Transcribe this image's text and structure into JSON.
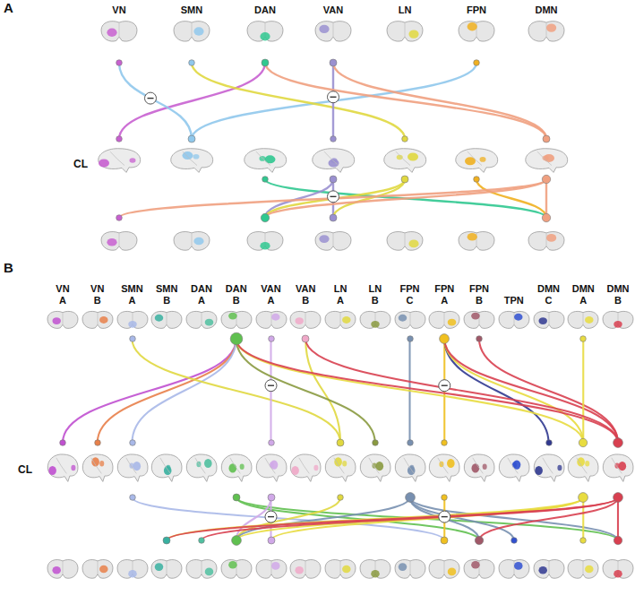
{
  "diagram": {
    "nodes": [
      {
        "text": [
          "VN"
        ]
      },
      {
        "text": [
          "SMN"
        ]
      },
      {
        "text": [
          "DAN"
        ]
      },
      {
        "text": [
          "VAN"
        ]
      },
      {
        "text": [
          "LN"
        ]
      },
      {
        "text": [
          "FPN"
        ]
      },
      {
        "text": [
          "DMN"
        ]
      },
      {
        "text": []
      },
      {
        "text": []
      },
      {
        "text": []
      },
      {
        "text": []
      },
      {
        "text": []
      },
      {
        "text": []
      },
      {
        "text": []
      },
      {
        "text": []
      },
      {
        "text": []
      },
      {
        "text": []
      },
      {
        "text": []
      },
      {
        "text": []
      },
      {
        "text": []
      },
      {
        "text": []
      },
      {
        "text": [
          "VN A"
        ]
      },
      {
        "text": [
          "VN B"
        ]
      },
      {
        "text": [
          "SMN A"
        ]
      },
      {
        "text": [
          "SMN B"
        ]
      },
      {
        "text": [
          "DAN A"
        ]
      },
      {
        "text": [
          "DAN B"
        ]
      },
      {
        "text": [
          "VAN A"
        ]
      },
      {
        "text": [
          "VAN B"
        ]
      },
      {
        "text": [
          "LN A"
        ]
      },
      {
        "text": [
          "LN B"
        ]
      },
      {
        "text": [
          "FPN C"
        ]
      },
      {
        "text": [
          "FPN A"
        ]
      },
      {
        "text": [
          "FPN B"
        ]
      },
      {
        "text": [
          "TPN"
        ]
      },
      {
        "text": [
          "DMN C"
        ]
      },
      {
        "text": [
          "DMN A"
        ]
      },
      {
        "text": [
          "DMN B"
        ]
      },
      {
        "text": []
      },
      {
        "text": []
      },
      {
        "text": []
      },
      {
        "text": []
      },
      {
        "text": []
      },
      {
        "text": []
      },
      {
        "text": []
      },
      {
        "text": []
      },
      {
        "text": []
      },
      {
        "text": []
      },
      {
        "text": []
      },
      {
        "text": []
      },
      {
        "text": []
      },
      {
        "text": []
      },
      {
        "text": []
      },
      {
        "text": []
      },
      {
        "text": []
      },
      {
        "text": []
      },
      {
        "text": []
      },
      {
        "text": []
      },
      {
        "text": []
      },
      {
        "text": []
      },
      {
        "text": []
      },
      {
        "text": []
      },
      {
        "text": []
      },
      {
        "text": []
      },
      {
        "text": []
      },
      {
        "text": []
      },
      {
        "text": []
      },
      {
        "text": []
      },
      {
        "text": []
      },
      {
        "text": []
      },
      {
        "text": []
      },
      {
        "text": []
      }
    ],
    "edges": [
      {
        "from": 2,
        "to": 7,
        "arrow": "none"
      },
      {
        "from": 0,
        "to": 8,
        "arrow": "none"
      },
      {
        "from": 5,
        "to": 8,
        "arrow": "none"
      },
      {
        "from": 1,
        "to": 11,
        "arrow": "none"
      },
      {
        "from": 3,
        "to": 10,
        "arrow": "none"
      },
      {
        "from": 2,
        "to": 13,
        "arrow": "none"
      },
      {
        "from": 3,
        "to": 13,
        "arrow": "none"
      },
      {
        "from": 9,
        "to": 20,
        "arrow": "none"
      },
      {
        "from": 10,
        "to": 17,
        "arrow": "none"
      },
      {
        "from": 10,
        "to": 16,
        "arrow": "none"
      },
      {
        "from": 11,
        "to": 16,
        "arrow": "none"
      },
      {
        "from": 11,
        "to": 17,
        "arrow": "none"
      },
      {
        "from": 12,
        "to": 20,
        "arrow": "none"
      },
      {
        "from": 13,
        "to": 14,
        "arrow": "none"
      },
      {
        "from": 13,
        "to": 16,
        "arrow": "none"
      },
      {
        "from": 13,
        "to": 20,
        "arrow": "none"
      },
      {
        "from": 26,
        "to": 38,
        "arrow": "none"
      },
      {
        "from": 26,
        "to": 39,
        "arrow": "none"
      },
      {
        "from": 26,
        "to": 40,
        "arrow": "none"
      },
      {
        "from": 23,
        "to": 46,
        "arrow": "none"
      },
      {
        "from": 27,
        "to": 44,
        "arrow": "none"
      },
      {
        "from": 28,
        "to": 46,
        "arrow": "none"
      },
      {
        "from": 26,
        "to": 47,
        "arrow": "none"
      },
      {
        "from": 31,
        "to": 48,
        "arrow": "none"
      },
      {
        "from": 32,
        "to": 49,
        "arrow": "none"
      },
      {
        "from": 32,
        "to": 52,
        "arrow": "none"
      },
      {
        "from": 32,
        "to": 53,
        "arrow": "none"
      },
      {
        "from": 26,
        "to": 53,
        "arrow": "none"
      },
      {
        "from": 26,
        "to": 54,
        "arrow": "none"
      },
      {
        "from": 32,
        "to": 54,
        "arrow": "none"
      },
      {
        "from": 33,
        "to": 54,
        "arrow": "none"
      },
      {
        "from": 36,
        "to": 53,
        "arrow": "none"
      },
      {
        "from": 28,
        "to": 54,
        "arrow": "none"
      },
      {
        "from": 40,
        "to": 66,
        "arrow": "none"
      },
      {
        "from": 43,
        "to": 71,
        "arrow": "none"
      },
      {
        "from": 43,
        "to": 67,
        "arrow": "none"
      },
      {
        "from": 44,
        "to": 61,
        "arrow": "none"
      },
      {
        "from": 44,
        "to": 60,
        "arrow": "none"
      },
      {
        "from": 46,
        "to": 60,
        "arrow": "none"
      },
      {
        "from": 48,
        "to": 60,
        "arrow": "none"
      },
      {
        "from": 48,
        "to": 67,
        "arrow": "none"
      },
      {
        "from": 48,
        "to": 68,
        "arrow": "none"
      },
      {
        "from": 48,
        "to": 71,
        "arrow": "none"
      },
      {
        "from": 49,
        "to": 66,
        "arrow": "none"
      },
      {
        "from": 53,
        "to": 60,
        "arrow": "none"
      },
      {
        "from": 53,
        "to": 61,
        "arrow": "none"
      },
      {
        "from": 53,
        "to": 58,
        "arrow": "none"
      },
      {
        "from": 53,
        "to": 70,
        "arrow": "none"
      },
      {
        "from": 54,
        "to": 58,
        "arrow": "none"
      },
      {
        "from": 54,
        "to": 59,
        "arrow": "none"
      },
      {
        "from": 54,
        "to": 71,
        "arrow": "none"
      },
      {
        "from": 54,
        "to": 67,
        "arrow": "none"
      }
    ],
    "labels": [
      "A",
      "CL",
      "B",
      "CL"
    ]
  }
}
